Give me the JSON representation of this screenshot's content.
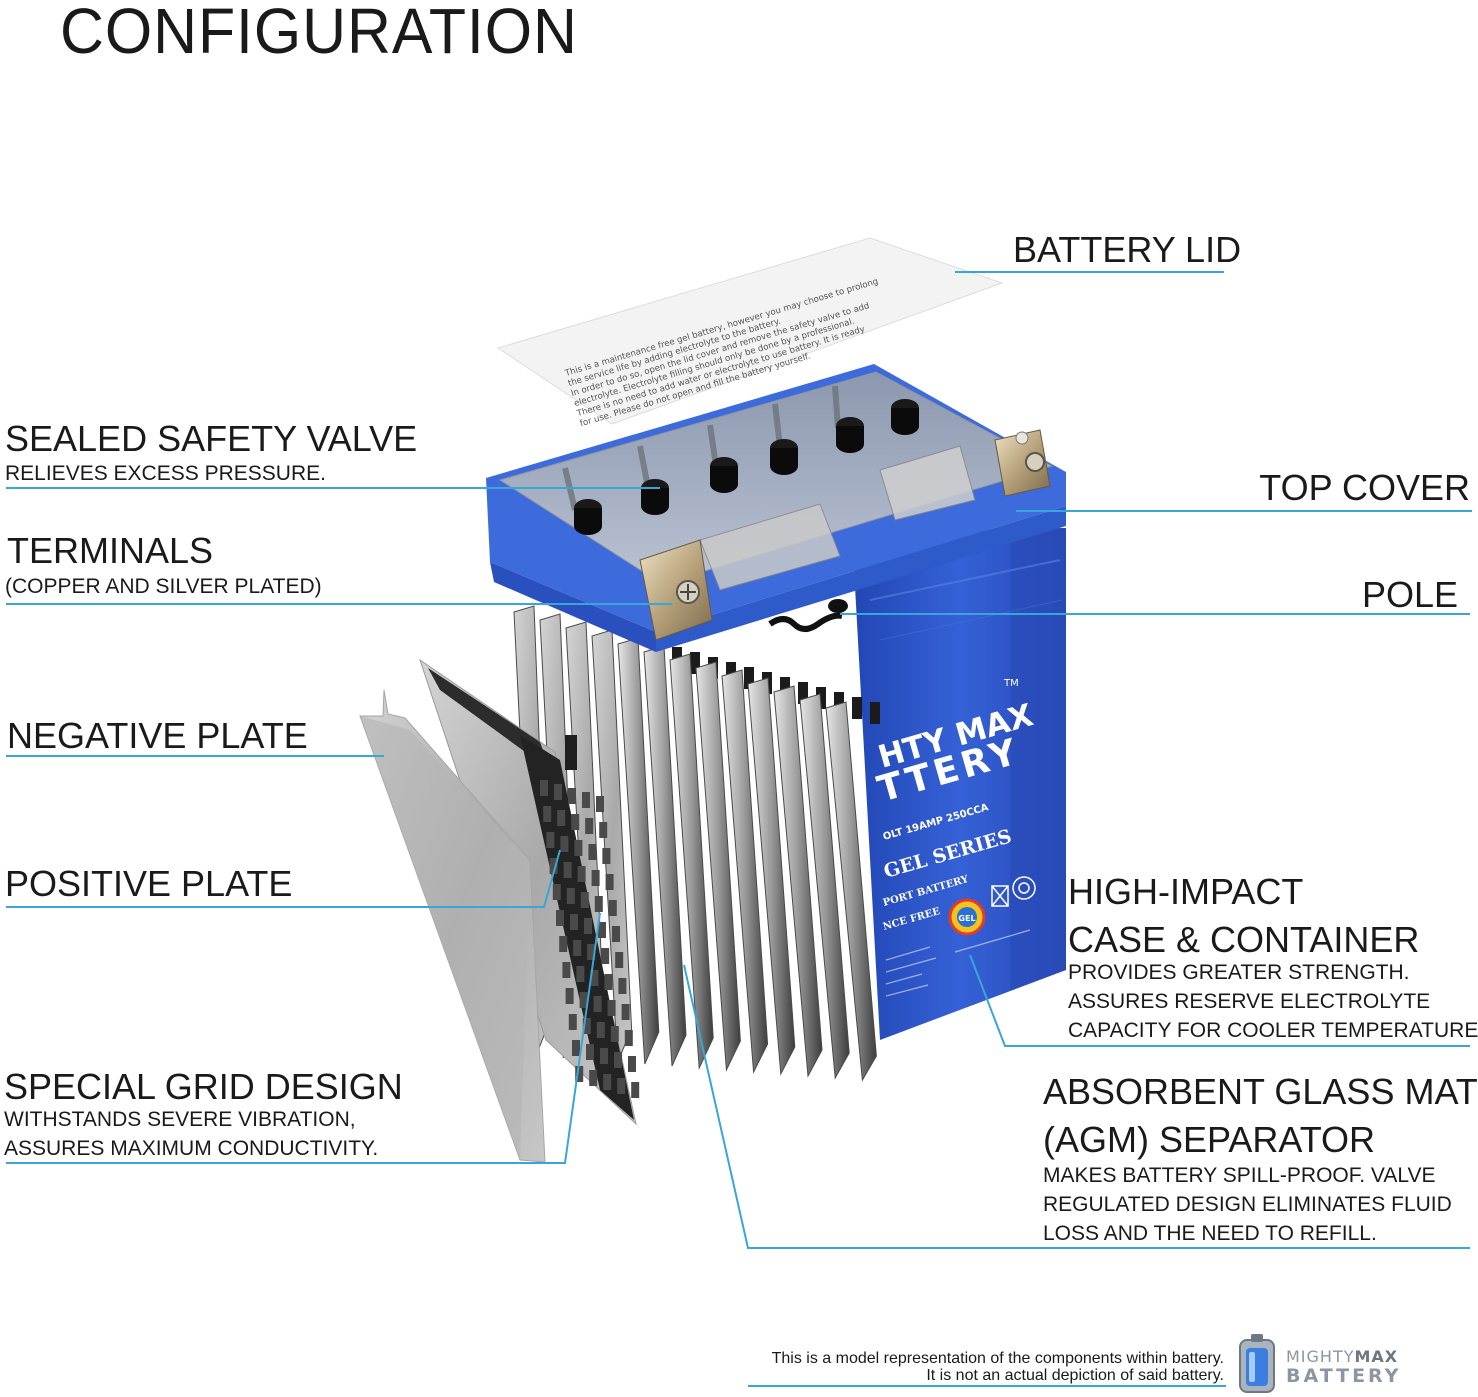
{
  "title": "CONFIGURATION",
  "callouts": {
    "battery_lid": {
      "label": "BATTERY LID"
    },
    "sealed_safety_valve": {
      "label": "SEALED SAFETY VALVE",
      "desc": "RELIEVES EXCESS PRESSURE."
    },
    "top_cover": {
      "label": "TOP COVER"
    },
    "terminals": {
      "label": "TERMINALS",
      "desc": "(COPPER AND SILVER PLATED)"
    },
    "pole": {
      "label": "POLE"
    },
    "negative_plate": {
      "label": "NEGATIVE PLATE"
    },
    "positive_plate": {
      "label": "POSITIVE PLATE"
    },
    "high_impact": {
      "label1": "HIGH-IMPACT",
      "label2": "CASE & CONTAINER",
      "desc1": "PROVIDES GREATER STRENGTH.",
      "desc2": "ASSURES RESERVE ELECTROLYTE",
      "desc3": "CAPACITY FOR COOLER TEMPERATURES."
    },
    "special_grid": {
      "label": "SPECIAL GRID DESIGN",
      "desc1": "WITHSTANDS SEVERE VIBRATION,",
      "desc2": "ASSURES MAXIMUM CONDUCTIVITY."
    },
    "agm": {
      "label1": "ABSORBENT GLASS MAT",
      "label2": "(AGM) SEPARATOR",
      "desc1": "MAKES BATTERY SPILL-PROOF. VALVE",
      "desc2": "REGULATED DESIGN ELIMINATES FLUID",
      "desc3": "LOSS AND THE NEED TO REFILL."
    }
  },
  "battery": {
    "brand_line1": "HTY MAX",
    "brand_line2": "TTERY",
    "trademark": "TM",
    "spec": "OLT 19AMP 250CCA",
    "series": "GEL SERIES",
    "sport": "PORT BATTERY",
    "maint_free": "NCE FREE",
    "badge": "GEL",
    "body_color": "#2f56c8",
    "lid_color": "#3b67d8"
  },
  "lid_sticker_lines": [
    "This is a maintenance free gel battery, however you may choose to prolong",
    "the service life by adding electrolyte to the battery.",
    "In order to do so, open the lid cover and remove the safety valve to add",
    "electrolyte. Electrolyte filling should only be done by a professional.",
    "There is no need to add water or electrolyte to use battery. It is ready",
    "for use. Please do not open and fill the battery yourself."
  ],
  "footer": {
    "line1": "This is a model representation of the components within battery.",
    "line2": "It is not an actual depiction of said battery.",
    "logo_line1a": "MIGHTY",
    "logo_line1b": "MAX",
    "logo_line2": "BATTERY"
  },
  "colors": {
    "leader": "#3aa6d8",
    "text": "#1a1a1a",
    "plate": "#b9b9b9",
    "grid": "#1d1d1d"
  }
}
